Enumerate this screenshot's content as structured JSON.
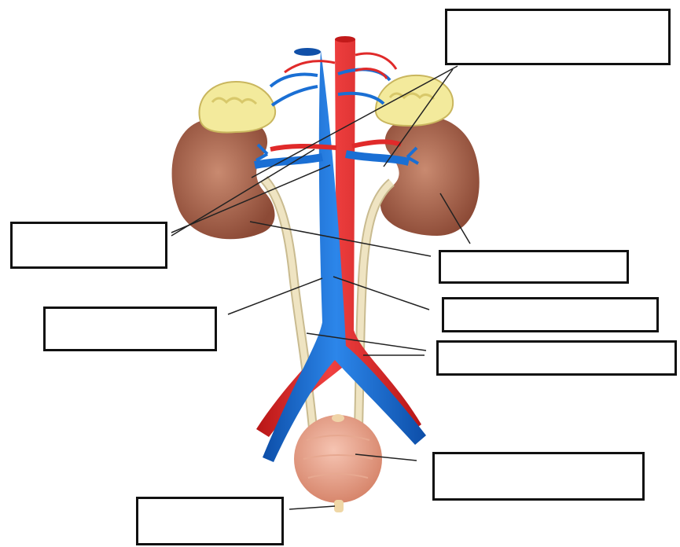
{
  "colors": {
    "artery": "#e02a2a",
    "vein": "#1a6fd4",
    "kidney": "#a8604a",
    "adrenal_fat": "#f3ea9c",
    "ureter": "#e8dcb4",
    "bladder": "#e8a08a",
    "leader_line": "#222222",
    "label_border": "#111111"
  },
  "labels": [
    {
      "id": "box-top-right",
      "text": ""
    },
    {
      "id": "box-left-upper",
      "text": ""
    },
    {
      "id": "box-right-1",
      "text": ""
    },
    {
      "id": "box-right-2",
      "text": ""
    },
    {
      "id": "box-left-lower",
      "text": ""
    },
    {
      "id": "box-right-3",
      "text": ""
    },
    {
      "id": "box-right-4",
      "text": ""
    },
    {
      "id": "box-bottom-left",
      "text": ""
    }
  ]
}
